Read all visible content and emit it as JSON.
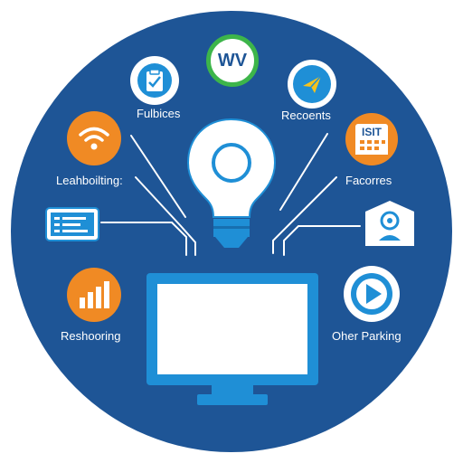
{
  "colors": {
    "disc": "#1e5596",
    "accent_blue": "#1f8fd6",
    "accent_orange": "#f08a24",
    "accent_green": "#3db54a",
    "white": "#ffffff"
  },
  "center": {
    "bulb_icon": "lightbulb-icon",
    "monitor_icon": "monitor-icon"
  },
  "nodes": {
    "top_badge": {
      "text": "WV",
      "icon": "wv-badge-icon"
    },
    "top_left": {
      "label": "Fulbices",
      "icon": "clipboard-checklist-icon"
    },
    "top_right": {
      "label": "Recoents",
      "icon": "paper-plane-icon"
    },
    "mid_left": {
      "label": "Leahboilting:",
      "icon": "wifi-icon"
    },
    "mid_right": {
      "label": "Facorres",
      "icon": "calendar-icon",
      "badge_text": "ISIT"
    },
    "left_card": {
      "icon": "id-card-icon"
    },
    "right_card": {
      "icon": "security-camera-icon"
    },
    "bottom_left": {
      "label": "Reshooring",
      "icon": "bar-chart-icon"
    },
    "bottom_right": {
      "label": "Oher Parking",
      "icon": "play-button-icon"
    }
  }
}
